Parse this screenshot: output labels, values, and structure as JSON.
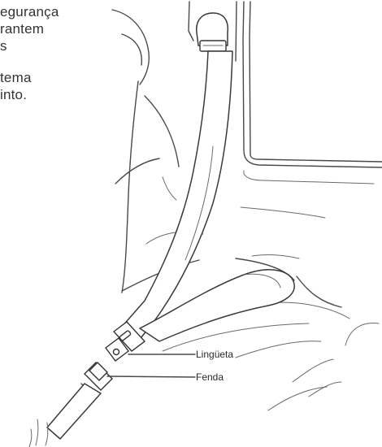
{
  "intro_text": {
    "line1": "egurança",
    "line2": "rantem",
    "line3": "s",
    "line4": "tema",
    "line5": "into."
  },
  "callouts": {
    "tongue": "Lingüeta",
    "slot": "Fenda"
  }
}
